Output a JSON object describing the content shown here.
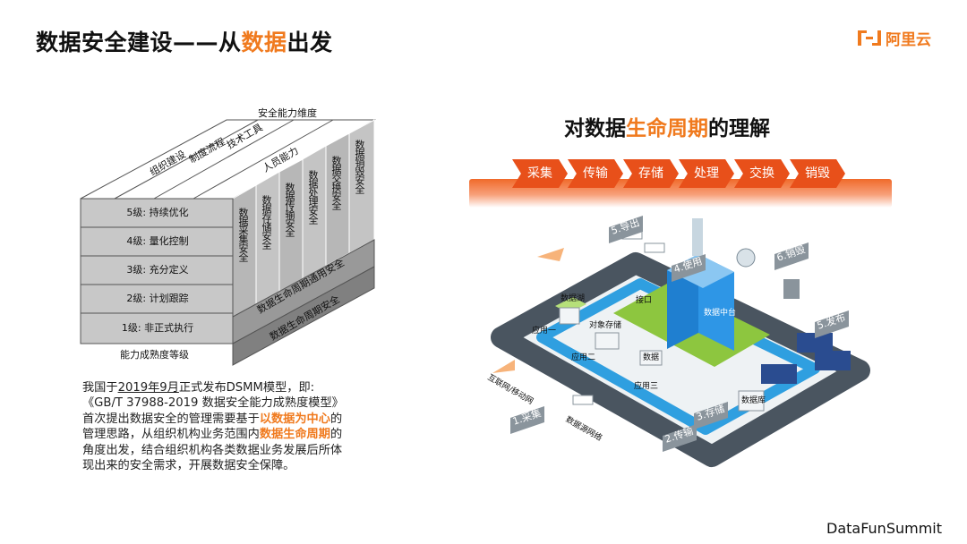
{
  "header": {
    "title_prefix": "数据安全建设——从",
    "title_highlight": "数据",
    "title_suffix": "出发",
    "logo_text": "阿里云"
  },
  "cube": {
    "top_label": "安全能力维度",
    "bottom_label": "能力成熟度等级",
    "levels": [
      "5级: 持续优化",
      "4级: 量化控制",
      "3级: 充分定义",
      "2级: 计划跟踪",
      "1级: 非正式执行"
    ],
    "dimensions": [
      "组织建设",
      "制度流程",
      "技术工具",
      "人员能力"
    ],
    "stages": [
      "数据采集安全",
      "数据存储安全",
      "数据传输安全",
      "数据处理安全",
      "数据交换安全",
      "数据销毁安全"
    ],
    "generic_label": "数据生命周期通用安全",
    "lifecycle_label": "数据生命周期安全"
  },
  "description": {
    "line1_a": "我国于",
    "line1_date": "2019年9月",
    "line1_b": "正式发布DSMM模型，即:",
    "line2": "《GB/T 37988-2019 数据安全能力成熟度模型》",
    "line3_a": "首次提出数据安全的管理需要基于",
    "line3_b": "以数据为中心",
    "line3_c": "的",
    "line4_a": "管理思路，从组织机构业务范围内",
    "line4_b": "数据生命周期",
    "line4_c": "的",
    "line5": "角度出发，结合组织机构各类数据业务发展后所体",
    "line6": "现出来的安全需求，开展数据安全保障。"
  },
  "lifecycle": {
    "title_prefix": "对数据",
    "title_highlight": "生命周期",
    "title_suffix": "的理解",
    "stages": [
      "采集",
      "传输",
      "存储",
      "处理",
      "交换",
      "销毁"
    ],
    "steps": [
      "1.采集",
      "2.传输",
      "3.存储",
      "4.使用",
      "5.导出",
      "5.发布",
      "6.销毁"
    ],
    "nodes": [
      "数据中台",
      "数据湖",
      "对象存储",
      "数据",
      "数据库",
      "应用一",
      "应用二",
      "应用三",
      "接口",
      "互联网/移动网",
      "数据源网络"
    ]
  },
  "footer": {
    "brand": "DataFunSummit"
  },
  "colors": {
    "accent": "#f07a1e",
    "stage": "#e8501a",
    "road": "#4a5560",
    "lane": "#2f9fe0",
    "grass": "#8dc63f"
  }
}
